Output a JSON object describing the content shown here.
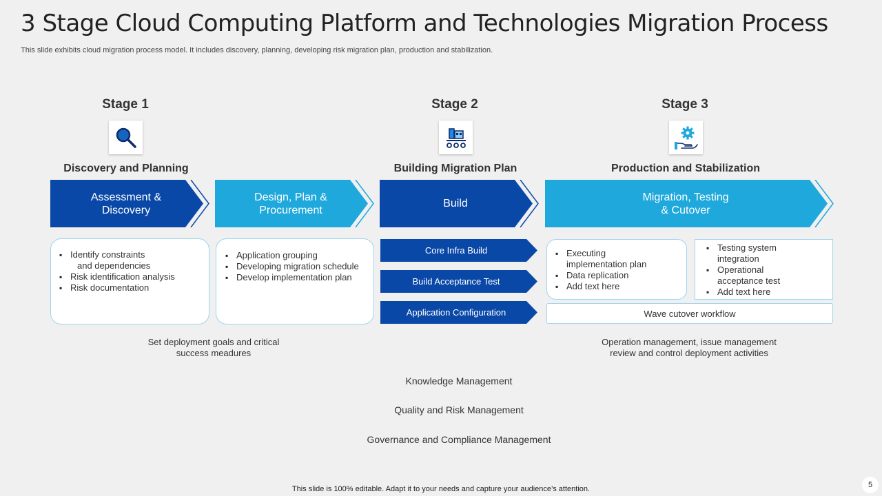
{
  "title": "3 Stage Cloud Computing Platform and Technologies Migration Process",
  "subtitle": "This slide exhibits cloud migration process model. It includes discovery, planning, developing risk migration plan, production and stabilization.",
  "stages": [
    {
      "label": "Stage 1",
      "icon": "magnifier-icon",
      "phase": "Discovery and Planning"
    },
    {
      "label": "Stage 2",
      "icon": "build-machine-icon",
      "phase": "Building Migration Plan"
    },
    {
      "label": "Stage 3",
      "icon": "gear-hand-icon",
      "phase": "Production and Stabilization"
    }
  ],
  "chevrons": [
    {
      "line1": "Assessment &",
      "line2": "Discovery",
      "color": "#0a48a8"
    },
    {
      "line1": "Design, Plan &",
      "line2": "Procurement",
      "color": "#1fa8dc"
    },
    {
      "line1": "Build",
      "line2": "",
      "color": "#0a48a8"
    },
    {
      "line1": "Migration, Testing",
      "line2": "& Cutover",
      "color": "#1fa8dc"
    }
  ],
  "boxes": {
    "assessment": {
      "items": [
        "Identify constraints",
        "and dependencies",
        "Risk identification analysis",
        "Risk documentation"
      ]
    },
    "design": {
      "items": [
        "Application grouping",
        "Developing  migration schedule",
        "Develop  implementation plan"
      ]
    },
    "build_steps": [
      "Core Infra  Build",
      "Build Acceptance Test",
      "Application Configuration"
    ],
    "migration_left": {
      "items": [
        "Executing",
        "implementation plan",
        "Data replication",
        "Add text here"
      ]
    },
    "migration_right": {
      "items": [
        "Testing system",
        "integration",
        "Operational",
        "acceptance test",
        "Add text here"
      ]
    },
    "wave": "Wave  cutover workflow"
  },
  "notes": {
    "left_line1": "Set deployment  goals and critical",
    "left_line2": "success meadures",
    "right_line1": "Operation  management,  issue management",
    "right_line2": "review  and control deployment activities"
  },
  "management": [
    "Knowledge Management",
    "Quality and Risk Management",
    "Governance and Compliance Management"
  ],
  "footer": "This slide is 100% editable. Adapt it to your needs and capture your audience’s attention.",
  "page_number": "5",
  "colors": {
    "dark_blue": "#0a48a8",
    "light_blue": "#1fa8dc",
    "box_border": "#9fd3ee"
  }
}
